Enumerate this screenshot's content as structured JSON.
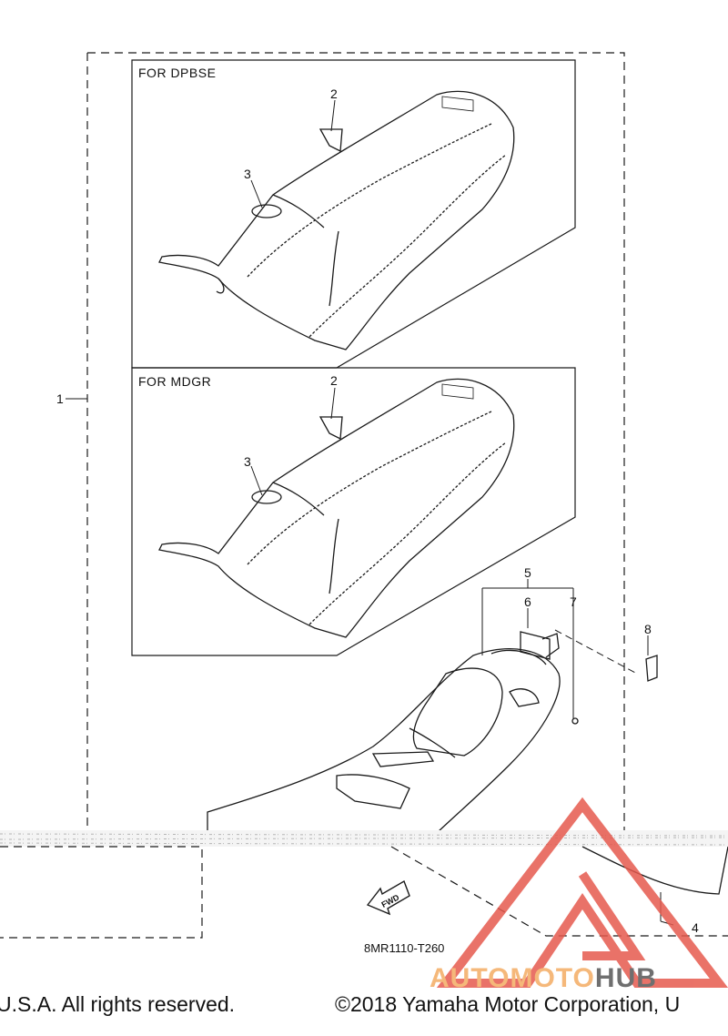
{
  "variants": [
    {
      "label": "FOR DPBSE"
    },
    {
      "label": "FOR MDGR"
    }
  ],
  "callouts": {
    "c1": "1",
    "c2a": "2",
    "c3a": "3",
    "c2b": "2",
    "c3b": "3",
    "c5": "5",
    "c6": "6",
    "c7": "7",
    "c8": "8",
    "c4": "4"
  },
  "fwd_label": "FWD",
  "part_code": "8MR1110-T260",
  "footer": {
    "left": "U.S.A. All rights reserved.",
    "right": "©2018 Yamaha Motor Corporation, U"
  },
  "watermark": {
    "part1": "AUTOMOTO",
    "part2": "HUB"
  },
  "colors": {
    "line": "#1a1a1a",
    "watermark_red": "#e65a4e",
    "watermark_orange": "#f5b87a",
    "watermark_gray": "#6f6f6f"
  }
}
